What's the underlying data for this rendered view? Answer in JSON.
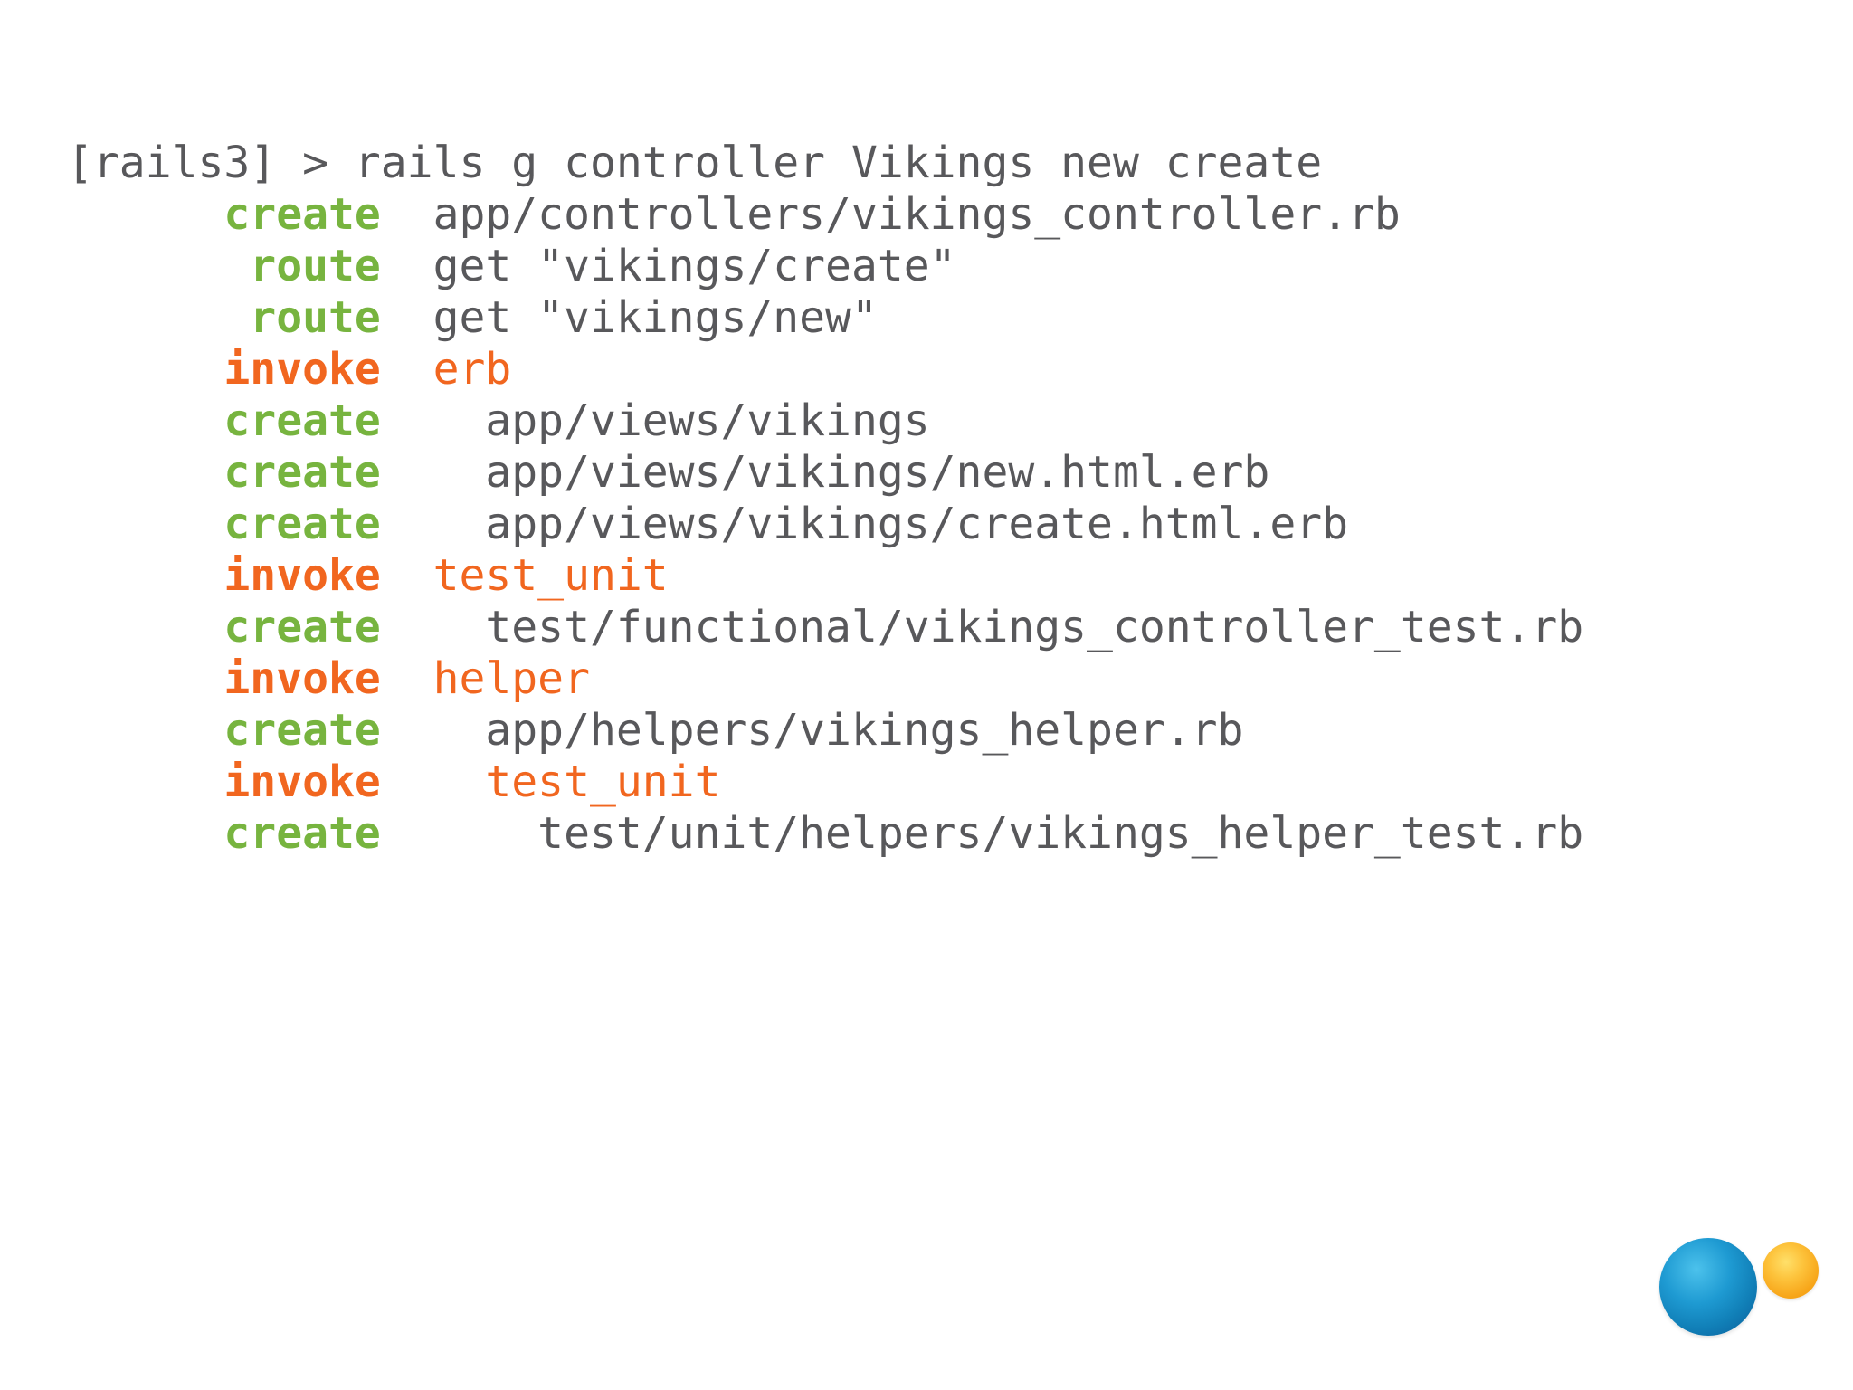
{
  "terminal": {
    "lines": [
      {
        "kind": "command",
        "prefix": "",
        "keyword": "",
        "gap": "",
        "text": "[rails3] > rails g controller Vikings new create"
      },
      {
        "kind": "create",
        "prefix": "      ",
        "keyword": "create",
        "gap": "  ",
        "text": "app/controllers/vikings_controller.rb"
      },
      {
        "kind": "route",
        "prefix": "       ",
        "keyword": "route",
        "gap": "  ",
        "text": "get \"vikings/create\""
      },
      {
        "kind": "route",
        "prefix": "       ",
        "keyword": "route",
        "gap": "  ",
        "text": "get \"vikings/new\""
      },
      {
        "kind": "invoke",
        "prefix": "      ",
        "keyword": "invoke",
        "gap": "  ",
        "text": "erb"
      },
      {
        "kind": "create",
        "prefix": "      ",
        "keyword": "create",
        "gap": "    ",
        "text": "app/views/vikings"
      },
      {
        "kind": "create",
        "prefix": "      ",
        "keyword": "create",
        "gap": "    ",
        "text": "app/views/vikings/new.html.erb"
      },
      {
        "kind": "create",
        "prefix": "      ",
        "keyword": "create",
        "gap": "    ",
        "text": "app/views/vikings/create.html.erb"
      },
      {
        "kind": "invoke",
        "prefix": "      ",
        "keyword": "invoke",
        "gap": "  ",
        "text": "test_unit"
      },
      {
        "kind": "create",
        "prefix": "      ",
        "keyword": "create",
        "gap": "    ",
        "text": "test/functional/vikings_controller_test.rb"
      },
      {
        "kind": "invoke",
        "prefix": "      ",
        "keyword": "invoke",
        "gap": "  ",
        "text": "helper"
      },
      {
        "kind": "create",
        "prefix": "      ",
        "keyword": "create",
        "gap": "    ",
        "text": "app/helpers/vikings_helper.rb"
      },
      {
        "kind": "invoke",
        "prefix": "      ",
        "keyword": "invoke",
        "gap": "    ",
        "text": "test_unit"
      },
      {
        "kind": "create",
        "prefix": "      ",
        "keyword": "create",
        "gap": "      ",
        "text": "test/unit/helpers/vikings_helper_test.rb"
      }
    ]
  },
  "colors": {
    "background": "#ffffff",
    "body_gray": "#58585b",
    "keyword_green": "#77b43f",
    "keyword_orange": "#f1661f",
    "logo_blue": "#1180b8",
    "logo_orange": "#f7a61a"
  },
  "logo": {
    "blue_circle": "blue-sphere",
    "orange_circle": "orange-sphere"
  }
}
